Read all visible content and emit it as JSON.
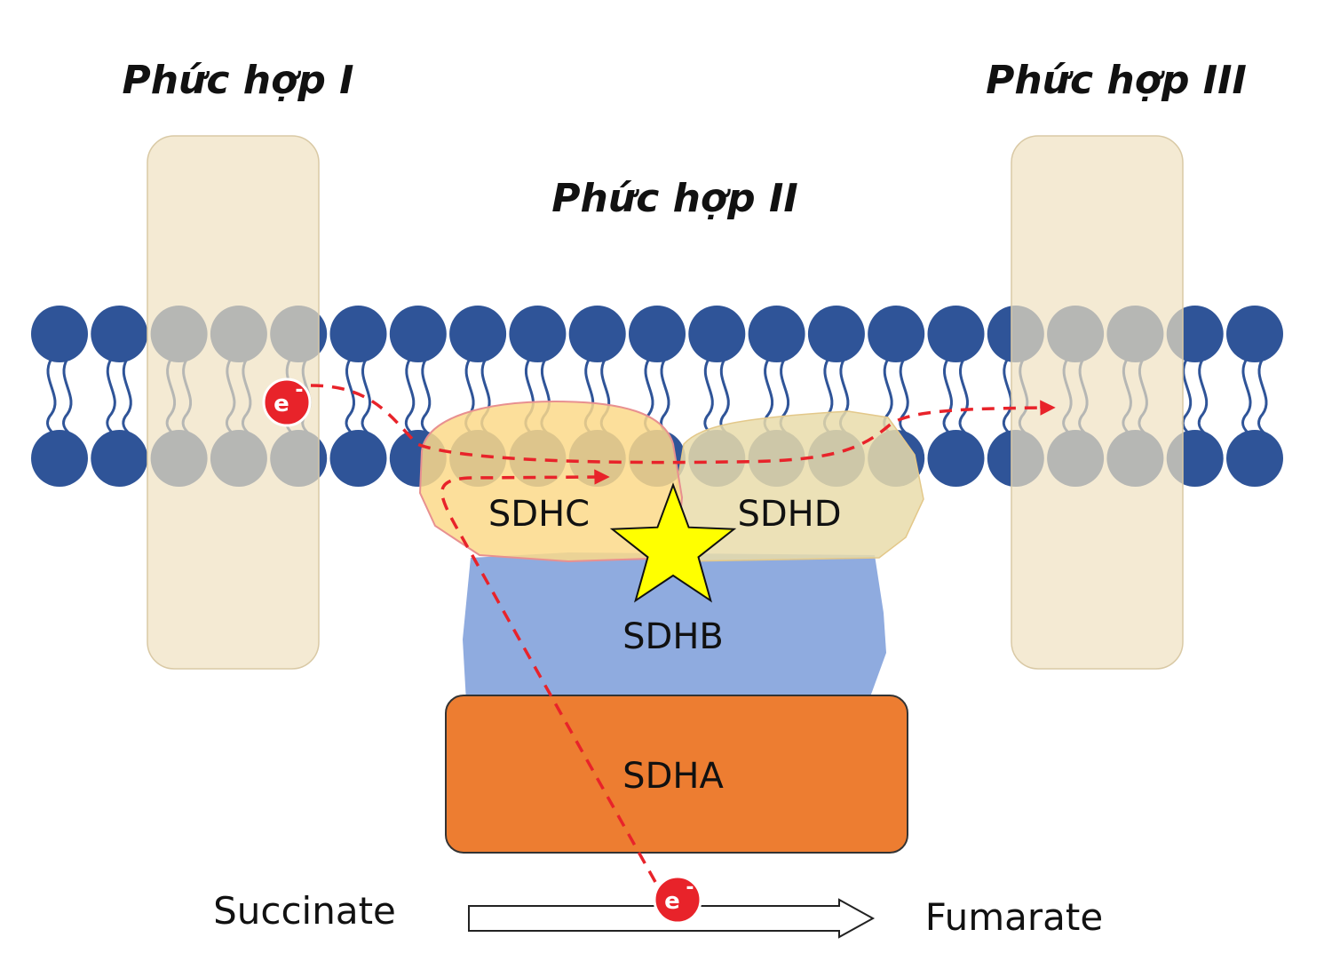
{
  "complexes": {
    "complex1_title": "Phức hợp I",
    "complex2_title": "Phức hợp II",
    "complex3_title": "Phức hợp III"
  },
  "subunits": {
    "sdhc": "SDHC",
    "sdhd": "SDHD",
    "sdhb": "SDHB",
    "sdha": "SDHA"
  },
  "reaction": {
    "substrate": "Succinate",
    "product": "Fumarate"
  },
  "electron": {
    "symbol": "e",
    "charge": "-"
  },
  "colors": {
    "lipid_head": "#2f5498",
    "lipid_tail": "#2f5498",
    "complex_box": "#efe1c0",
    "sdhc": "#fbd98a",
    "sdhd": "#e9dcaa",
    "sdhb": "#8fabdf",
    "sdha": "#ed7d31",
    "star": "#ffff00",
    "electron": "#e8232a",
    "path": "#e8232a"
  },
  "icons": {
    "cofactor": "star-icon",
    "electron": "electron-icon"
  }
}
